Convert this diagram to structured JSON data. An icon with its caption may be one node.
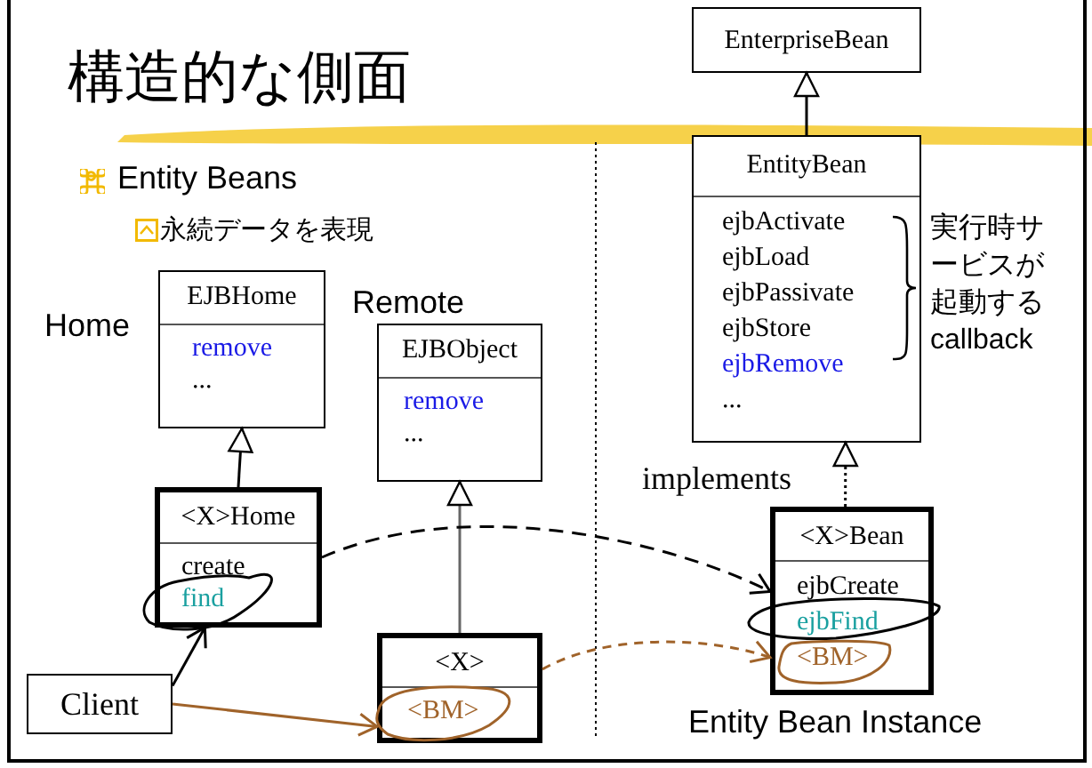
{
  "diagram": {
    "title": "構造的な側面",
    "nodes": [
      {
        "text": [
          "EJBHome",
          "remove",
          "..."
        ],
        "beside": [
          "Home"
        ]
      },
      {
        "text": [
          "EJBObject",
          "remove",
          "..."
        ],
        "beside": [
          "Remote"
        ]
      },
      {
        "text": [
          "<X>Home",
          "create",
          "find"
        ]
      },
      {
        "text": [
          "<X>",
          "<BM>"
        ]
      },
      {
        "text": [
          "Client"
        ]
      },
      {
        "text": [
          "EnterpriseBean"
        ]
      },
      {
        "text": [
          "EntityBean",
          "ejbActivate",
          "ejbLoad",
          "ejbPassivate",
          "ejbStore",
          "ejbRemove",
          "..."
        ],
        "beside": [
          "実行時サービスが起動するcallback"
        ]
      },
      {
        "text": [
          "<X>Bean",
          "ejbCreate",
          "ejbFind",
          "<BM>"
        ],
        "beside": [
          "Entity Bean Instance"
        ]
      }
    ],
    "edges": [
      {
        "from": 2,
        "to": 0,
        "arrow": "to"
      },
      {
        "from": 3,
        "to": 1,
        "arrow": "to",
        "color": "#666666"
      },
      {
        "from": 6,
        "to": 5,
        "arrow": "to"
      },
      {
        "from": 7,
        "to": 6,
        "arrow": "to",
        "label": "implements",
        "style": "dashed"
      },
      {
        "from": 4,
        "to": 2,
        "arrow": "to"
      },
      {
        "from": 4,
        "to": 3,
        "arrow": "to",
        "color": "#a0632a"
      },
      {
        "from": 2,
        "to": 7,
        "arrow": "to",
        "style": "dashed"
      },
      {
        "from": 3,
        "to": 7,
        "arrow": "to",
        "style": "dashed",
        "color": "#a0632a"
      }
    ],
    "labels": [
      "Entity Beans",
      "永続データを表現"
    ]
  }
}
